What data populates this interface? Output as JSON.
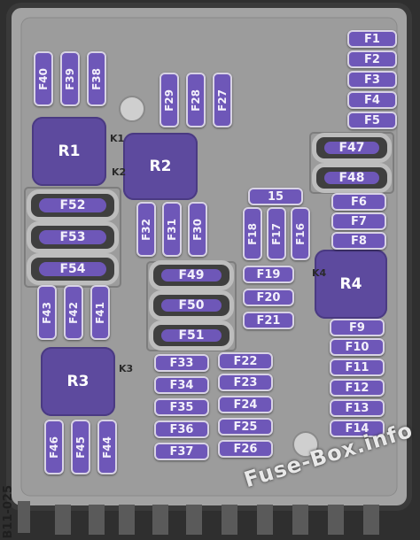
{
  "fuses_horizontal": [
    "F1",
    "F2",
    "F3",
    "F4",
    "F5",
    "F6",
    "F7",
    "F8",
    "F9",
    "F10",
    "F11",
    "F12",
    "F13",
    "F14",
    "F19",
    "F20",
    "F21",
    "F22",
    "F23",
    "F24",
    "F25",
    "F26",
    "F33",
    "F34",
    "F35",
    "F36",
    "F37",
    "15"
  ],
  "fuses_vertical": [
    "F40",
    "F39",
    "F38",
    "F29",
    "F28",
    "F27",
    "F32",
    "F31",
    "F30",
    "F18",
    "F17",
    "F16",
    "F43",
    "F42",
    "F41",
    "F46",
    "F45",
    "F44"
  ],
  "maxi_fuses": [
    "F52",
    "F53",
    "F54",
    "F49",
    "F50",
    "F51",
    "F47",
    "F48"
  ],
  "relays": [
    "R1",
    "R2",
    "R3",
    "R4"
  ],
  "board_tags": [
    "K1",
    "K2",
    "K3",
    "K4"
  ],
  "footer_code": "B11-025",
  "watermark": "Fuse-Box.info",
  "colors": {
    "board": "#a3a3a3",
    "fuse": "#6e57b8",
    "relay": "#5d4a9e",
    "frame": "#2f2f2f"
  }
}
